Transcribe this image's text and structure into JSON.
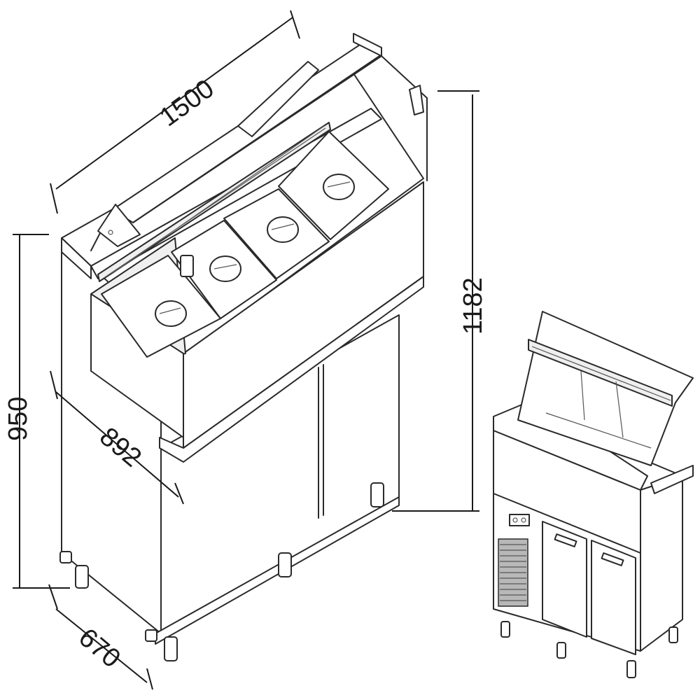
{
  "dimensions": {
    "width": "1500",
    "height_total": "1182",
    "height_counter": "950",
    "depth_top": "892",
    "depth_base": "670"
  },
  "views": [
    "front-isometric-drawing",
    "rear-isometric-drawing"
  ]
}
